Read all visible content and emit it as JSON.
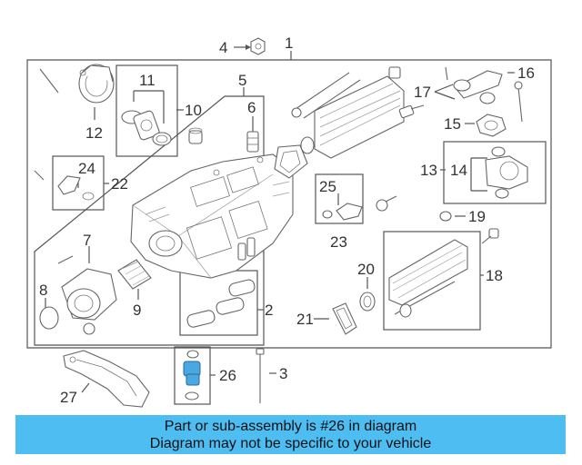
{
  "callouts": [
    "1",
    "2",
    "3",
    "4",
    "5",
    "6",
    "7",
    "8",
    "9",
    "10",
    "11",
    "12",
    "13",
    "14",
    "15",
    "16",
    "17",
    "18",
    "19",
    "20",
    "21",
    "22",
    "23",
    "24",
    "25",
    "26",
    "27"
  ],
  "banner": {
    "line1": "Part or sub-assembly is #26 in diagram",
    "line2": "Diagram may not be specific to your vehicle"
  },
  "colors": {
    "banner_bg": "#4dbdf2",
    "highlight_part": "#4aa8e0",
    "line": "#555555"
  }
}
